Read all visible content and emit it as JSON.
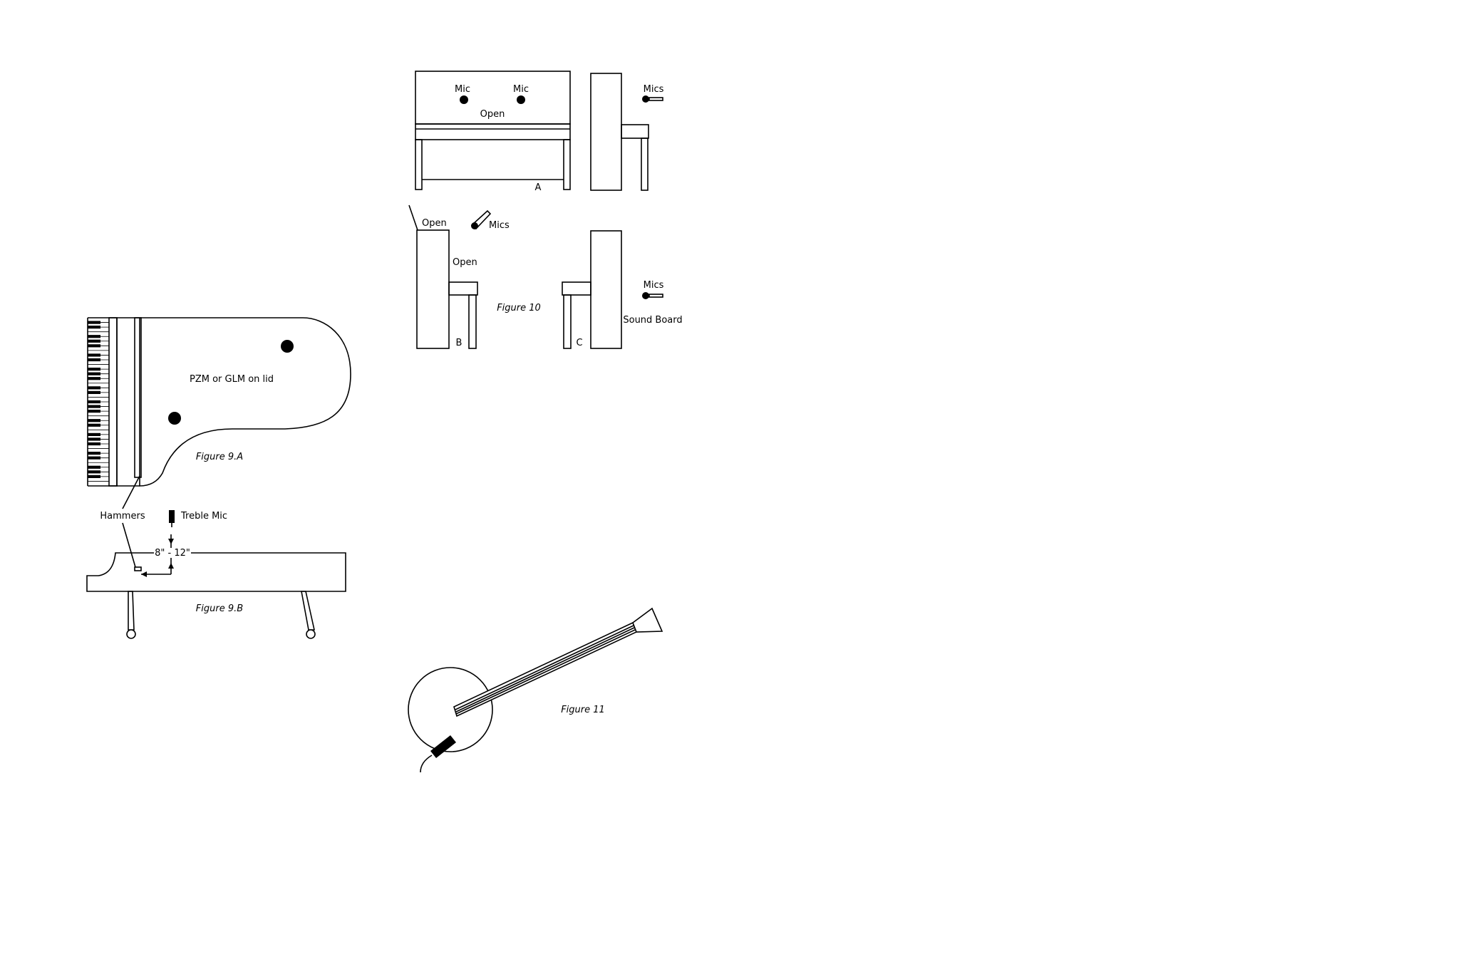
{
  "figure_9a": {
    "lid_label": "PZM or GLM on lid",
    "caption": "Figure 9.A"
  },
  "figure_9b": {
    "hammers_label": "Hammers",
    "treble_mic_label": "Treble Mic",
    "distance_label": "8\" - 12\"",
    "caption": "Figure 9.B"
  },
  "figure_10": {
    "view_a": {
      "mic_left": "Mic",
      "mic_right": "Mic",
      "open_label": "Open",
      "letter": "A",
      "side_mics_label": "Mics"
    },
    "view_b": {
      "open_top_label": "Open",
      "mics_label": "Mics",
      "open_front_label": "Open",
      "letter": "B"
    },
    "view_c": {
      "mics_label": "Mics",
      "soundboard_label": "Sound Board",
      "letter": "C"
    },
    "caption": "Figure 10"
  },
  "figure_11": {
    "caption": "Figure 11"
  }
}
